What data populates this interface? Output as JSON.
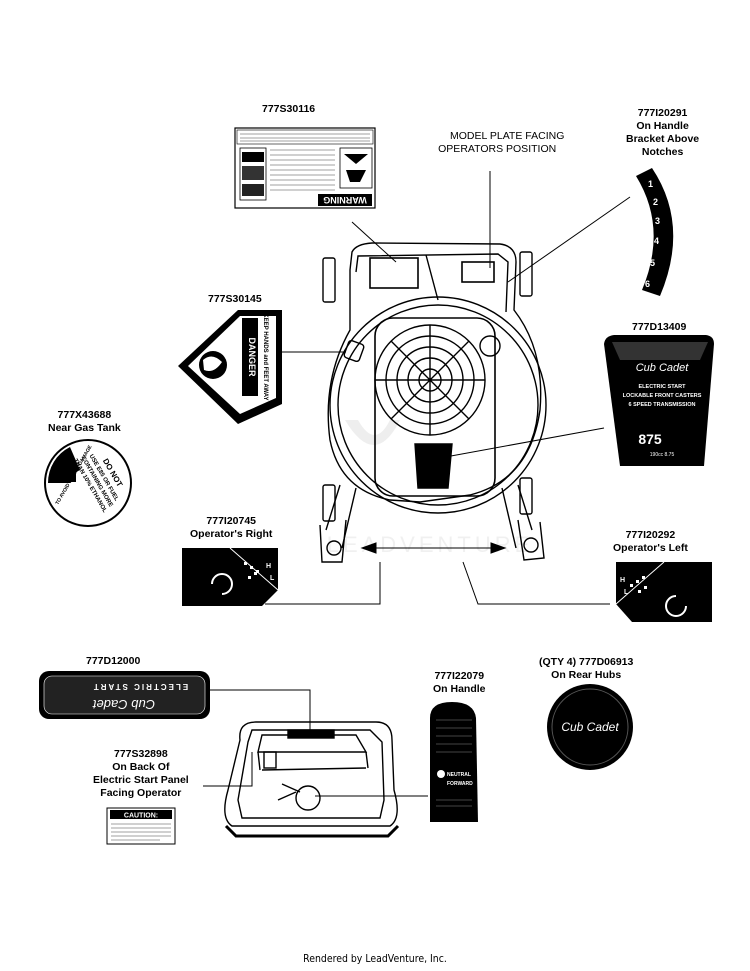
{
  "labels": {
    "l_777S30116": "777S30116",
    "model_plate": [
      "MODEL PLATE FACING",
      "OPERATORS POSITION"
    ],
    "l_777I20291": [
      "777I20291",
      "On Handle",
      "Bracket Above",
      "Notches"
    ],
    "l_777S30145": "777S30145",
    "l_777D13409": "777D13409",
    "l_777X43688": [
      "777X43688",
      "Near Gas Tank"
    ],
    "l_777I20745": [
      "777I20745",
      "Operator's Right"
    ],
    "l_777I20292": [
      "777I20292",
      "Operator's Left"
    ],
    "l_777D12000": "777D12000",
    "l_777I22079": [
      "777I22079",
      "On Handle"
    ],
    "l_777D06913": [
      "(QTY 4) 777D06913",
      "On Rear Hubs"
    ],
    "l_777S32898": [
      "777S32898",
      "On Back Of",
      "Electric Start Panel",
      "Facing Operator"
    ]
  },
  "decals": {
    "warning_header": "WARNING",
    "danger_header": "DANGER",
    "danger_keep": "KEEP HANDS and FEET AWAY",
    "gas_ring": "TO AVOID ENGINE DAMAGE",
    "gas_center": [
      "DO NOT",
      "USE E85 OR FUEL",
      "CONTAINING MORE",
      "THAN 10% ETHANOL"
    ],
    "brand_script": "Cub Cadet",
    "cub_features": [
      "ELECTRIC START",
      "LOCKABLE FRONT CASTERS",
      "6 SPEED TRANSMISSION"
    ],
    "cub_model": "875",
    "cub_small": "190cc 8.75",
    "electric_start": "ELECTRIC START",
    "handle_neutral": "NEUTRAL",
    "handle_forward": "FORWARD",
    "caution": "CAUTION:",
    "notch_numbers": [
      "1",
      "2",
      "3",
      "4",
      "5",
      "6"
    ],
    "left_right_letters": [
      "H",
      "L"
    ]
  },
  "watermark": "LEADVENTURE",
  "footer": "Rendered by LeadVenture, Inc."
}
